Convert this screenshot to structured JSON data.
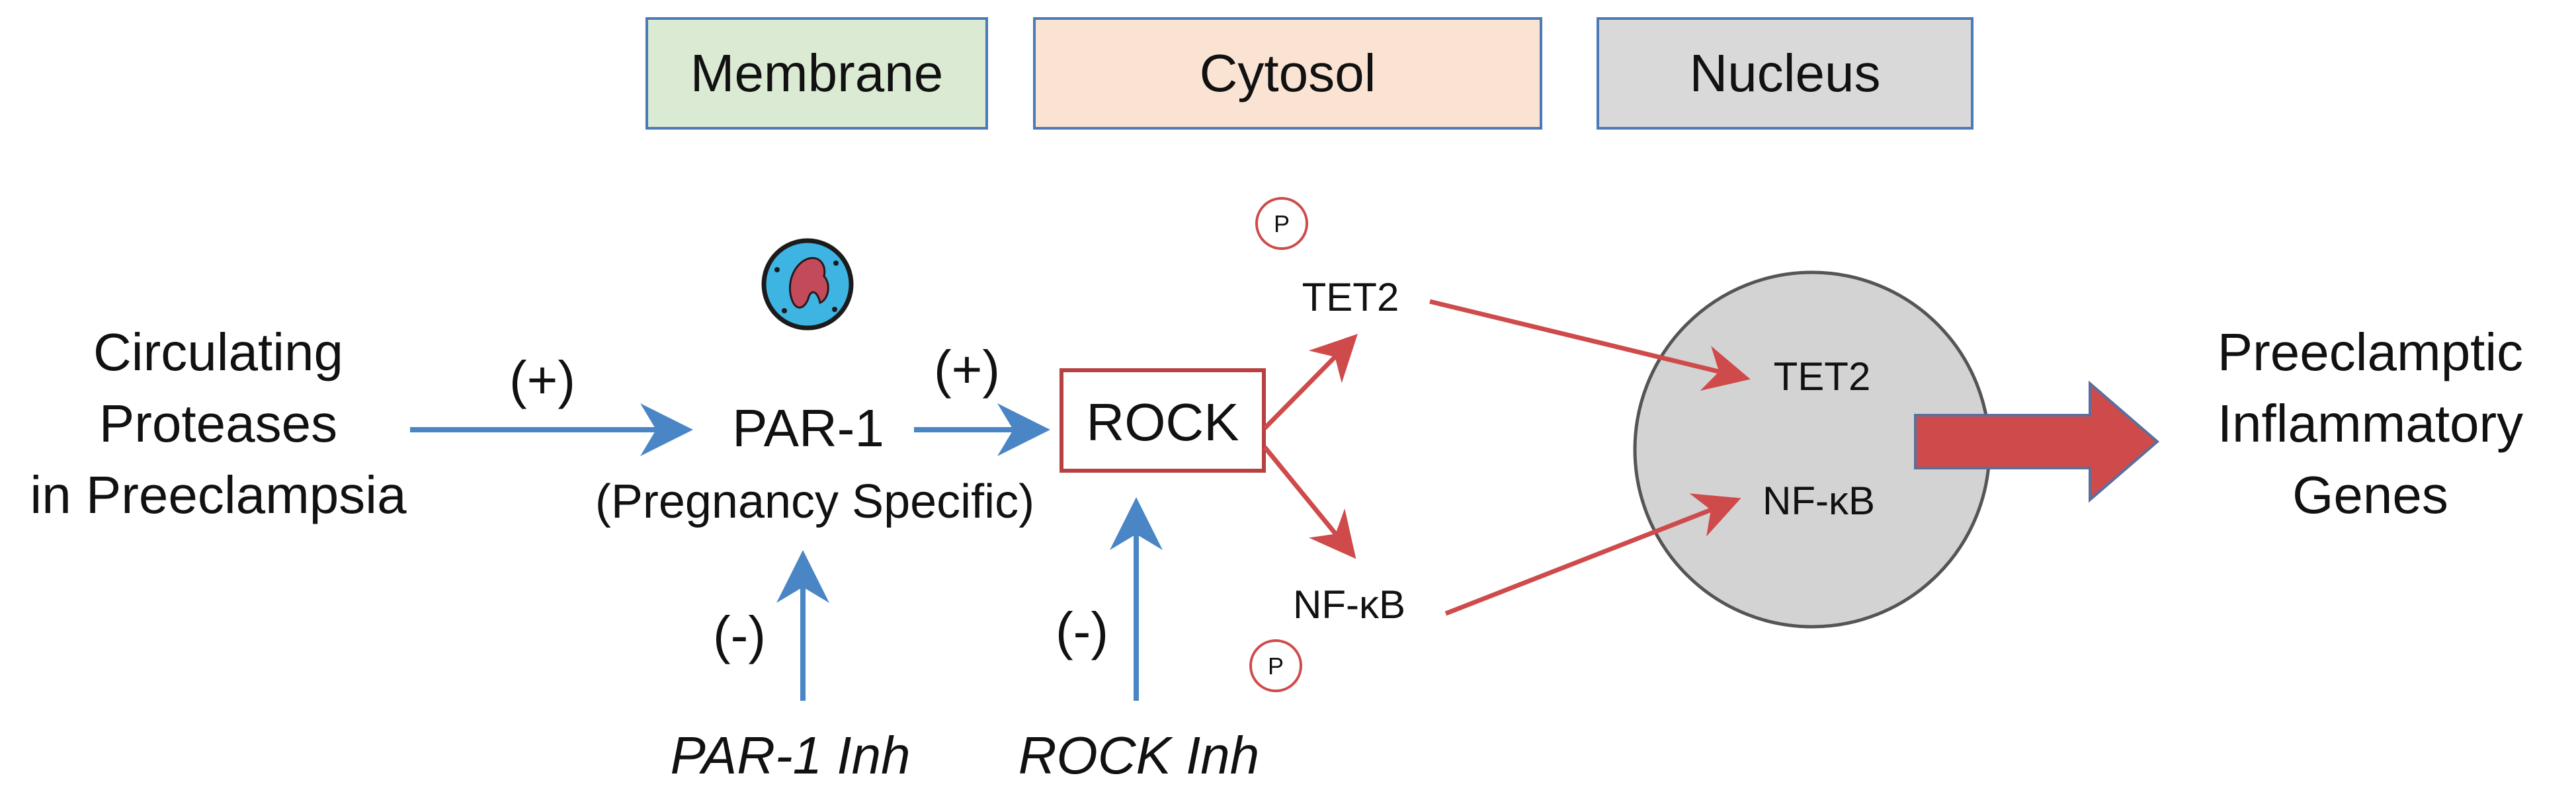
{
  "compartments": {
    "membrane": "Membrane",
    "cytosol": "Cytosol",
    "nucleus": "Nucleus"
  },
  "nodes": {
    "proteases": [
      "Circulating",
      "Proteases",
      "in Preeclampsia"
    ],
    "par1": "PAR-1",
    "par1_note": "(Pregnancy Specific)",
    "rock": "ROCK",
    "tet2_cytosol": "TET2",
    "nfkb_cytosol": "NF-κB",
    "tet2_nucleus": "TET2",
    "nfkb_nucleus": "NF-κB",
    "output": [
      "Preeclamptic",
      "Inflammatory",
      "Genes"
    ],
    "par1_inh": "PAR-1 Inh",
    "rock_inh": "ROCK Inh",
    "phospho_mark": "P"
  },
  "signs": {
    "activation": "(+)",
    "inhibition": "(-)"
  },
  "colors": {
    "membrane_fill": "#dbead3",
    "cytosol_fill": "#fbe3d4",
    "nucleus_fill": "#d9d9d9",
    "box_border": "#4a7ab8",
    "blue_arrow": "#4a86c5",
    "red_arrow": "#cf4b4b",
    "rock_border": "#b84040",
    "nucleus_circle": "#d3d3d3",
    "cell_icon": "#3eb4e3"
  },
  "icons": {
    "cell": "cell-icon"
  }
}
